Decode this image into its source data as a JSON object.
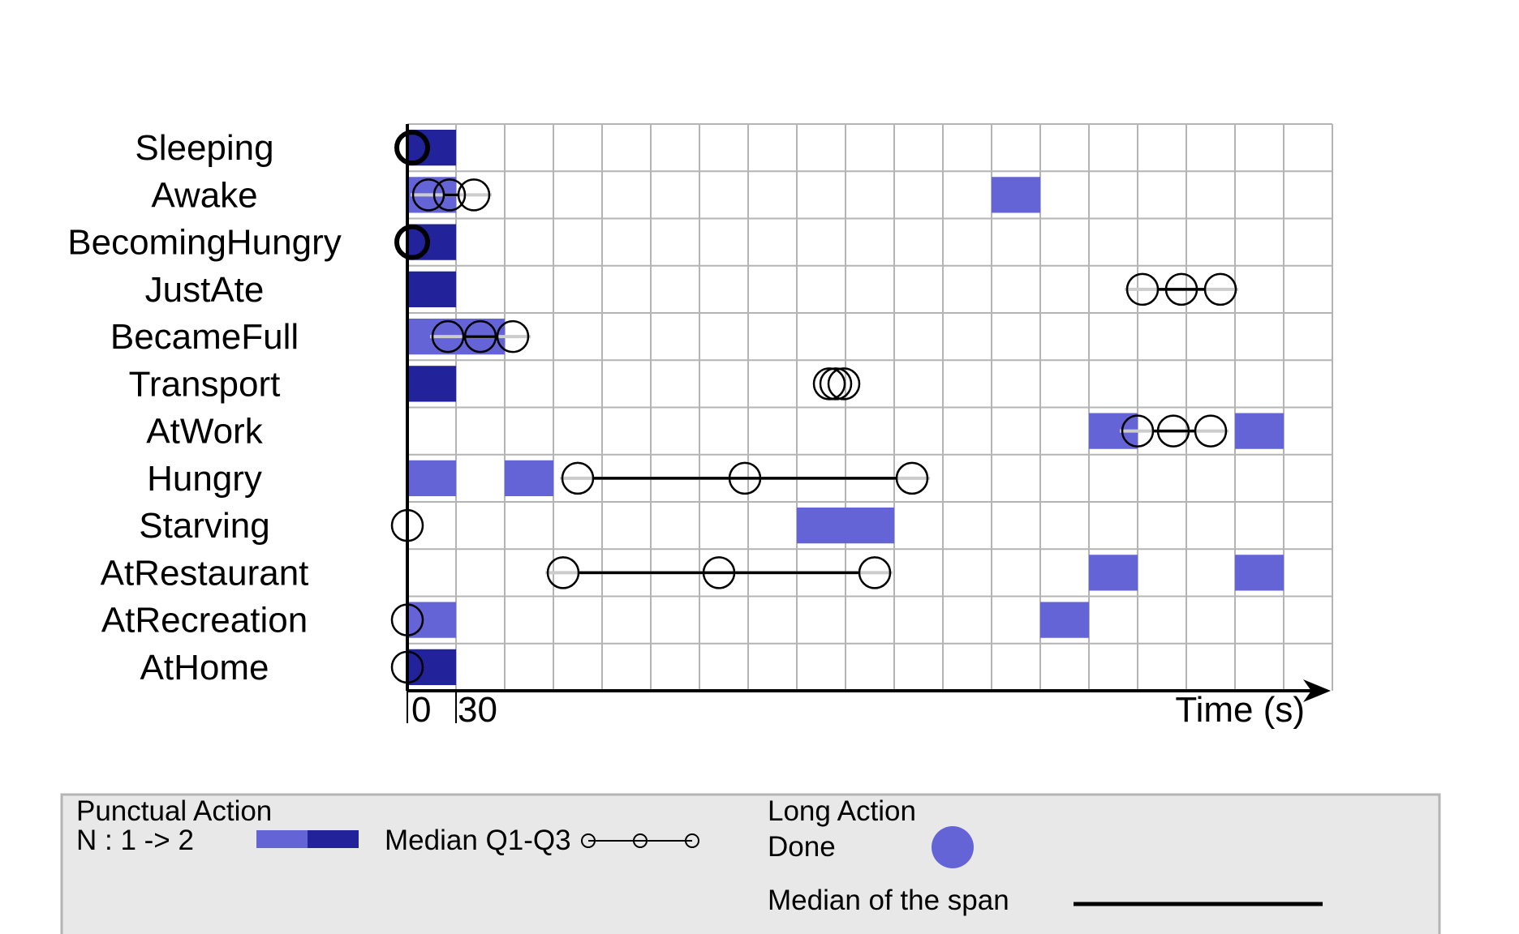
{
  "chart_data": {
    "type": "timeline",
    "x_axis": {
      "label": "Time (s)",
      "tick_labels": [
        "0",
        "30"
      ],
      "tick_step": 30,
      "range": [
        0,
        570
      ]
    },
    "grid": true,
    "rows": [
      "Sleeping",
      "Awake",
      "BecomingHungry",
      "JustAte",
      "BecameFull",
      "Transport",
      "AtWork",
      "Hungry",
      "Starving",
      "AtRestaurant",
      "AtRecreation",
      "AtHome"
    ],
    "punctual_actions": [
      {
        "row": "Sleeping",
        "start": 0,
        "end": 30,
        "n": 2
      },
      {
        "row": "Awake",
        "start": 0,
        "end": 30,
        "n": 1
      },
      {
        "row": "Awake",
        "start": 360,
        "end": 390,
        "n": 1
      },
      {
        "row": "BecomingHungry",
        "start": 0,
        "end": 30,
        "n": 2
      },
      {
        "row": "JustAte",
        "start": 0,
        "end": 30,
        "n": 2
      },
      {
        "row": "BecameFull",
        "start": 0,
        "end": 60,
        "n": 1
      },
      {
        "row": "Transport",
        "start": 0,
        "end": 30,
        "n": 2
      },
      {
        "row": "AtWork",
        "start": 420,
        "end": 450,
        "n": 1
      },
      {
        "row": "AtWork",
        "start": 510,
        "end": 540,
        "n": 1
      },
      {
        "row": "Hungry",
        "start": 0,
        "end": 30,
        "n": 1
      },
      {
        "row": "Hungry",
        "start": 60,
        "end": 90,
        "n": 1
      },
      {
        "row": "Starving",
        "start": 240,
        "end": 300,
        "n": 1
      },
      {
        "row": "AtRestaurant",
        "start": 420,
        "end": 450,
        "n": 1
      },
      {
        "row": "AtRestaurant",
        "start": 510,
        "end": 540,
        "n": 1
      },
      {
        "row": "AtRecreation",
        "start": 0,
        "end": 30,
        "n": 1
      },
      {
        "row": "AtRecreation",
        "start": 390,
        "end": 420,
        "n": 1
      },
      {
        "row": "AtHome",
        "start": 0,
        "end": 30,
        "n": 2
      }
    ],
    "long_actions": [
      {
        "row": "Sleeping",
        "q1": 3,
        "median": 3,
        "q3": 3
      },
      {
        "row": "Awake",
        "q1": 13,
        "median": 26,
        "q3": 41
      },
      {
        "row": "BecomingHungry",
        "q1": 3,
        "median": 3,
        "q3": 3
      },
      {
        "row": "JustAte",
        "q1": 453,
        "median": 477,
        "q3": 501
      },
      {
        "row": "BecameFull",
        "q1": 25,
        "median": 45,
        "q3": 65
      },
      {
        "row": "Transport",
        "q1": 260,
        "median": 264,
        "q3": 269
      },
      {
        "row": "AtWork",
        "q1": 450,
        "median": 472,
        "q3": 495
      },
      {
        "row": "Hungry",
        "q1": 105,
        "median": 208,
        "q3": 311
      },
      {
        "row": "Starving",
        "q1": 0,
        "median": 0,
        "q3": 0
      },
      {
        "row": "AtRestaurant",
        "q1": 96,
        "median": 192,
        "q3": 288
      },
      {
        "row": "AtRecreation",
        "q1": 0,
        "median": 0,
        "q3": 0
      },
      {
        "row": "AtHome",
        "q1": 0,
        "median": 0,
        "q3": 0
      }
    ]
  },
  "legend": {
    "punctual_title": "Punctual Action",
    "punctual_n": "N : 1 -> 2",
    "median_label": "Median Q1-Q3",
    "long_title": "Long Action",
    "done_label": "Done",
    "span_label": "Median of the span"
  },
  "colors": {
    "n1": "#6464d6",
    "n2": "#22229a",
    "grid": "#b4b4b4",
    "legend_bg": "#e8e8e8",
    "legend_border": "#b4b4b4",
    "median_gray": "#cccccc",
    "done_dot": "#6464d6"
  }
}
